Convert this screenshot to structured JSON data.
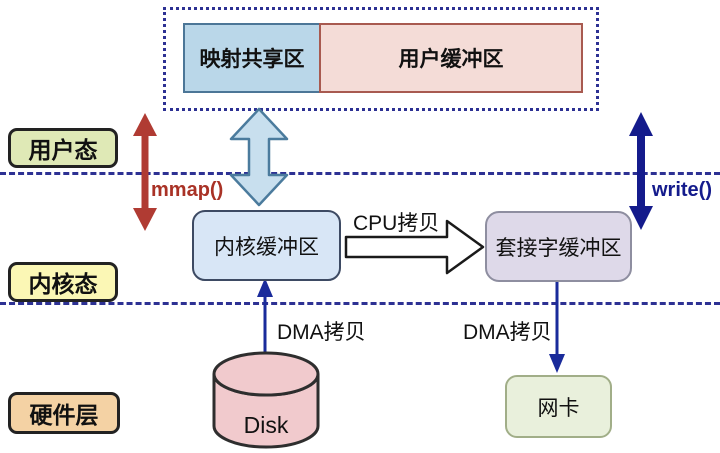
{
  "diagram": {
    "layer_labels": {
      "user_mode": "用户态",
      "kernel_mode": "内核态",
      "hardware_layer": "硬件层"
    },
    "user_space": {
      "mapped_shared_region": "映射共享区",
      "user_buffer": "用户缓冲区"
    },
    "kernel_space": {
      "kernel_buffer": "内核缓冲区",
      "socket_buffer": "套接字缓冲区"
    },
    "hardware": {
      "disk": "Disk",
      "nic": "网卡"
    },
    "syscalls": {
      "mmap": "mmap()",
      "write": "write()"
    },
    "copy_labels": {
      "cpu_copy": "CPU拷贝",
      "dma_copy_disk": "DMA拷贝",
      "dma_copy_nic": "DMA拷贝"
    },
    "colors": {
      "mmap_red": "#a93226",
      "write_navy": "#141b8c",
      "dashed_line_navy": "#2d3193",
      "user_mode_fill": "#dfe9b6",
      "kernel_mode_fill": "#fbf7b5",
      "hardware_layer_fill": "#f4d2a4",
      "mapped_region_fill": "#bad7e9",
      "user_buffer_fill": "#f4dcd7",
      "kernel_buffer_fill": "#d8e6f6",
      "socket_buffer_fill": "#ded9e9",
      "disk_fill": "#f1cacd",
      "nic_fill": "#e9f0dc",
      "block_arrow_blue_fill": "#c8dfee"
    }
  }
}
